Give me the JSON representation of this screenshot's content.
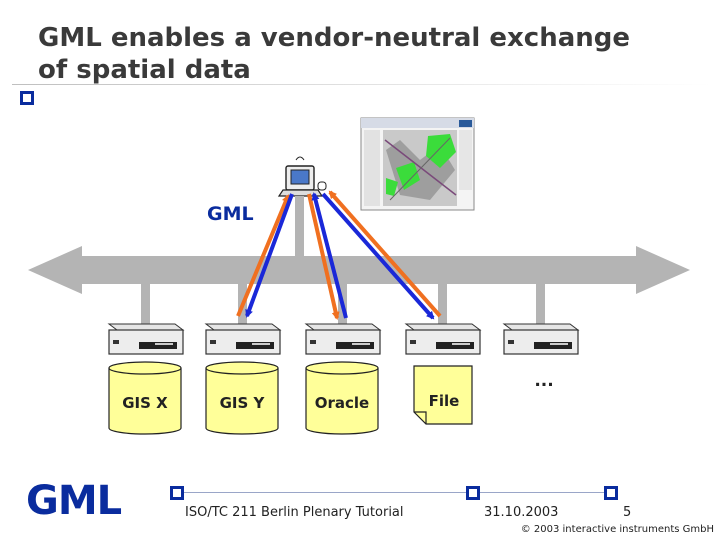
{
  "slide": {
    "title_line1": "GML enables a vendor-neutral exchange",
    "title_line2": "of spatial data"
  },
  "diagram": {
    "exchange_label": "GML",
    "servers": [
      {
        "label": "GIS X",
        "shape": "cylinder"
      },
      {
        "label": "GIS Y",
        "shape": "cylinder"
      },
      {
        "label": "Oracle",
        "shape": "cylinder"
      },
      {
        "label": "File",
        "shape": "document"
      },
      {
        "label": "...",
        "shape": "none"
      }
    ],
    "colors": {
      "store_fill": "#ffff99",
      "arrow_orange": "#f07020",
      "arrow_blue": "#1a28d8",
      "bus": "#b4b4b4",
      "marker": "#0a2c9e"
    }
  },
  "footer": {
    "logo": "GML",
    "event": "ISO/TC 211 Berlin Plenary Tutorial",
    "date": "31.10.2003",
    "page": "5",
    "copyright": "© 2003 interactive instruments GmbH"
  }
}
